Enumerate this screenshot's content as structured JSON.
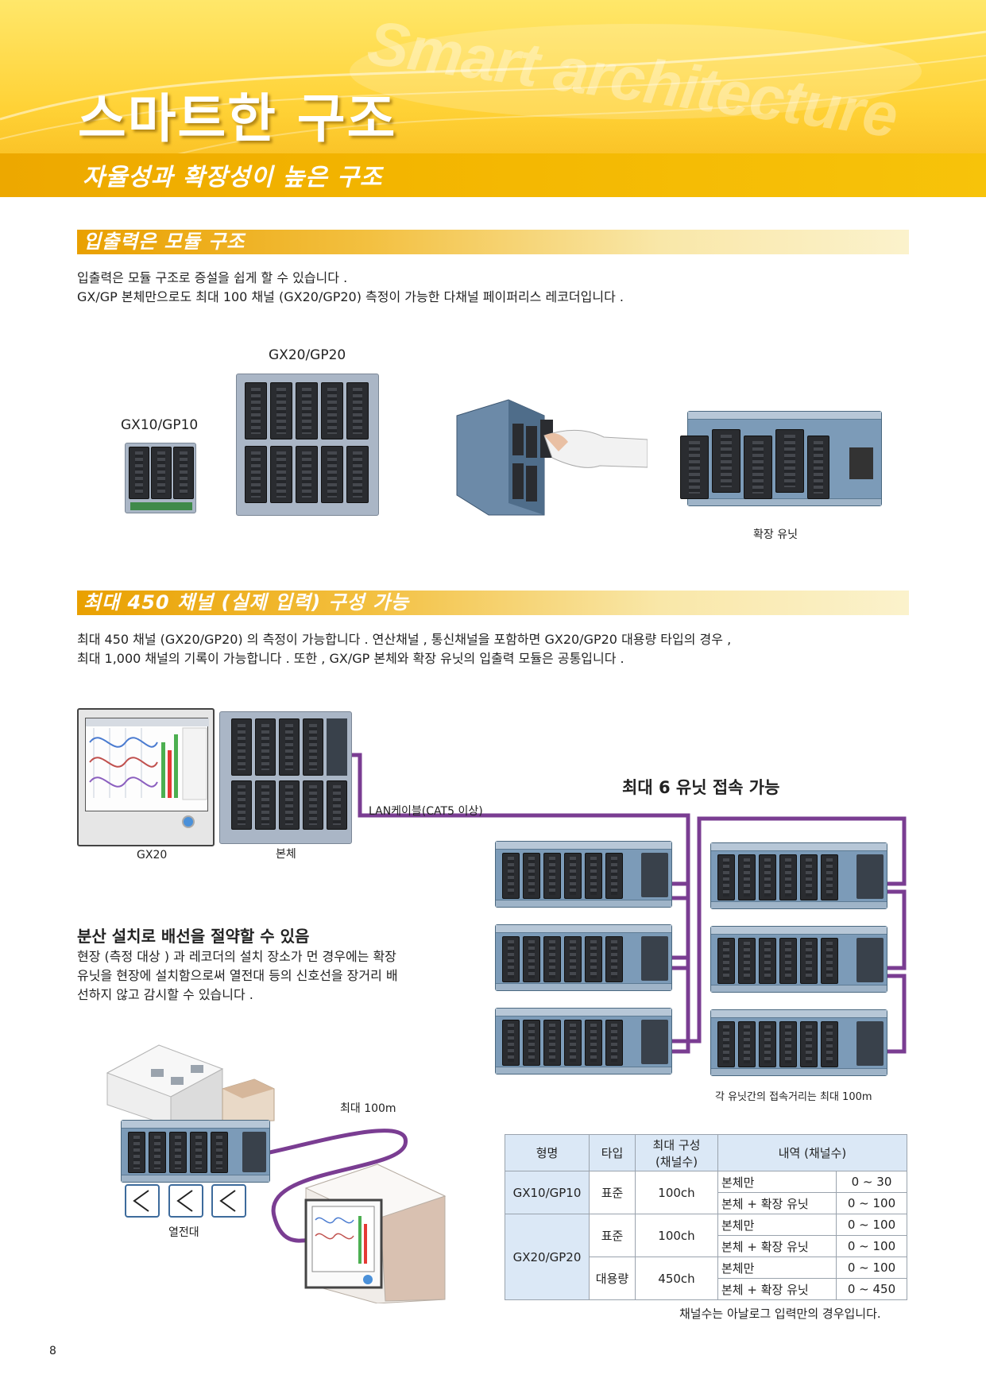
{
  "banner": {
    "background_text": "Smart architecture",
    "title": "스마트한 구조",
    "subtitle": "자율성과 확장성이 높은 구조"
  },
  "section1": {
    "heading": "입출력은 모듈 구조",
    "paragraph_lines": [
      "입출력은 모듈 구조로 증설을 쉽게 할 수 있습니다 .",
      "GX/GP 본체만으로도 최대 100 채널 (GX20/GP20) 측정이 가능한 다채널 페이퍼리스 레코더입니다 ."
    ],
    "figure_labels": {
      "gx20": "GX20/GP20",
      "gx10": "GX10/GP10",
      "expansion": "확장 유닛"
    }
  },
  "section2": {
    "heading": "최대 450 채널 (실제 입력) 구성 가능",
    "paragraph_lines": [
      "최대 450 채널 (GX20/GP20) 의 측정이 가능합니다 . 연산채널 , 통신채널을 포함하면 GX20/GP20 대용량 타입의 경우 ,",
      "최대 1,000 채널의 기록이 가능합니다 . 또한 , GX/GP 본체와 확장 유닛의 입출력 모듈은 공통입니다 ."
    ],
    "diagram_labels": {
      "gx20": "GX20",
      "main_unit": "본체",
      "lan_cable": "LAN케이블(CAT5 이상)",
      "max_units": "최대 6 유닛 접속 가능",
      "unit_distance": "각 유닛간의 접속거리는 최대 100m",
      "max_distance": "최대 100m",
      "thermocouple": "열전대"
    },
    "distributed": {
      "heading": "분산 설치로 배선을 절약할 수 있음",
      "lines": [
        "현장 (측정 대상 ) 과 레코더의 설치 장소가 먼 경우에는 확장",
        "유닛을 현장에 설치함으로써 열전대 등의 신호선을 장거리 배",
        "선하지 않고 감시할 수 있습니다 ."
      ]
    }
  },
  "table": {
    "headers": {
      "model": "형명",
      "type": "타입",
      "max_config": "최대 구성",
      "max_config_sub": "(채널수)",
      "detail": "내역 (채널수)"
    },
    "rows": {
      "gx10_model": "GX10/GP10",
      "gx10_type": "표준",
      "gx10_max": "100ch",
      "gx10_d1": "본체만",
      "gx10_v1": "0 ~ 30",
      "gx10_d2": "본체 + 확장 유닛",
      "gx10_v2": "0 ~ 100",
      "gx20_model": "GX20/GP20",
      "gx20_std_type": "표준",
      "gx20_std_max": "100ch",
      "gx20_std_d1": "본체만",
      "gx20_std_v1": "0 ~ 100",
      "gx20_std_d2": "본체 + 확장 유닛",
      "gx20_std_v2": "0 ~ 100",
      "gx20_lg_type": "대용량",
      "gx20_lg_max": "450ch",
      "gx20_lg_d1": "본체만",
      "gx20_lg_v1": "0 ~ 100",
      "gx20_lg_d2": "본체 + 확장 유닛",
      "gx20_lg_v2": "0 ~ 450"
    },
    "note": "채널수는 아날로그 입력만의 경우입니다."
  },
  "page_number": "8",
  "colors": {
    "banner_yellow": "#ffd236",
    "section_orange": "#e9a000",
    "cable_purple": "#7a3d92",
    "table_header_blue": "#dbe8f6"
  }
}
